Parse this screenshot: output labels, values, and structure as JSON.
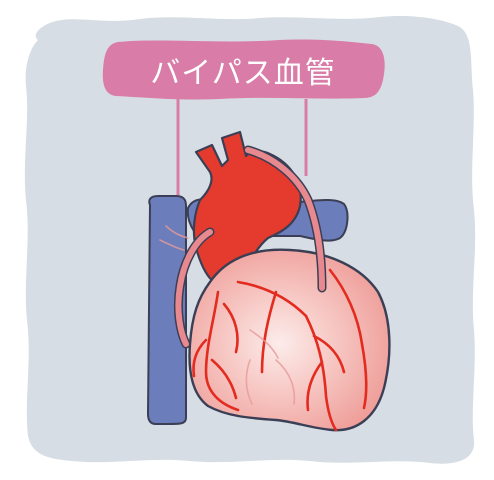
{
  "label": {
    "text": "バイパス血管"
  },
  "colors": {
    "background_panel": "#d7dde4",
    "label_pill": "#d97da8",
    "leader_line": "#d97da8",
    "aorta": "#e53a2e",
    "vein": "#6b7dbb",
    "heart_light": "#fbe1df",
    "heart_mid": "#f2aaa6",
    "coronary_artery": "#e32b1f",
    "bypass_graft": "#e8888f",
    "outline": "#3b3f55"
  },
  "icons": [
    "heart-illustration",
    "aorta",
    "superior-vena-cava",
    "bypass-graft",
    "coronary-artery"
  ]
}
